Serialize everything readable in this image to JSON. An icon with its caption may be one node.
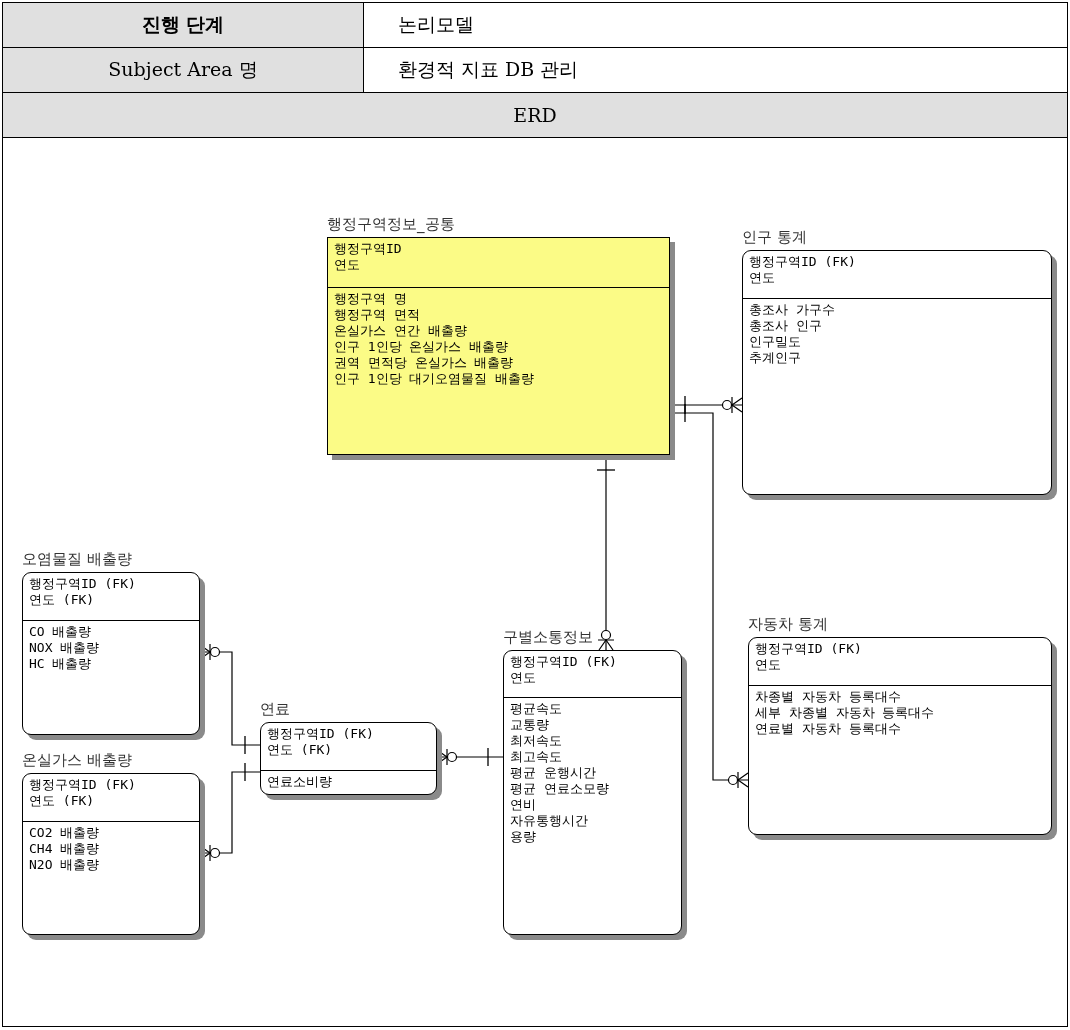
{
  "diagram": {
    "nodes": [
      {
        "text": [
          "행정구역정보_공통",
          "행정구역ID",
          "연도",
          "행정구역 명",
          "행정구역 면적",
          "온실가스 연간 배출량",
          "인구 1인당 온실가스 배출량",
          "권역 면적당 온실가스 배출량",
          "인구 1인당 대기오염물질 배출량"
        ]
      },
      {
        "text": [
          "인구 통계",
          "행정구역ID (FK)",
          "연도",
          "총조사 가구수",
          "총조사 인구",
          "인구밀도",
          "추계인구"
        ]
      },
      {
        "text": [
          "오염물질 배출량",
          "행정구역ID (FK)",
          "연도 (FK)",
          "CO 배출량",
          "NOX 배출량",
          "HC 배출량"
        ]
      },
      {
        "text": [
          "구별소통정보",
          "행정구역ID (FK)",
          "연도",
          "평균속도",
          "교통량",
          "최저속도",
          "최고속도",
          "평균 운행시간",
          "평균 연료소모량",
          "연비",
          "자유통행시간",
          "용량"
        ]
      },
      {
        "text": [
          "자동차 통계",
          "행정구역ID (FK)",
          "연도",
          "차종별 자동차 등록대수",
          "세부 차종별 자동차 등록대수",
          "연료별 자동차 등록대수"
        ]
      },
      {
        "text": [
          "연료",
          "행정구역ID (FK)",
          "연도 (FK)",
          "연료소비량"
        ]
      },
      {
        "text": [
          "온실가스 배출량",
          "행정구역ID (FK)",
          "연도 (FK)",
          "CO2 배출량",
          "CH4 배출량",
          "N2O 배출량"
        ]
      }
    ],
    "edges": [
      {
        "from": 0,
        "to": 1,
        "arrow": "other"
      },
      {
        "from": 0,
        "to": 4,
        "arrow": "other"
      },
      {
        "from": 0,
        "to": 3,
        "arrow": "other"
      },
      {
        "from": 3,
        "to": 5,
        "arrow": "other"
      },
      {
        "from": 5,
        "to": 2,
        "arrow": "other"
      },
      {
        "from": 5,
        "to": 6,
        "arrow": "other"
      }
    ],
    "labels": [
      "진행 단계",
      "논리모델",
      "Subject Area 명",
      "환경적 지표 DB 관리",
      "ERD"
    ]
  }
}
